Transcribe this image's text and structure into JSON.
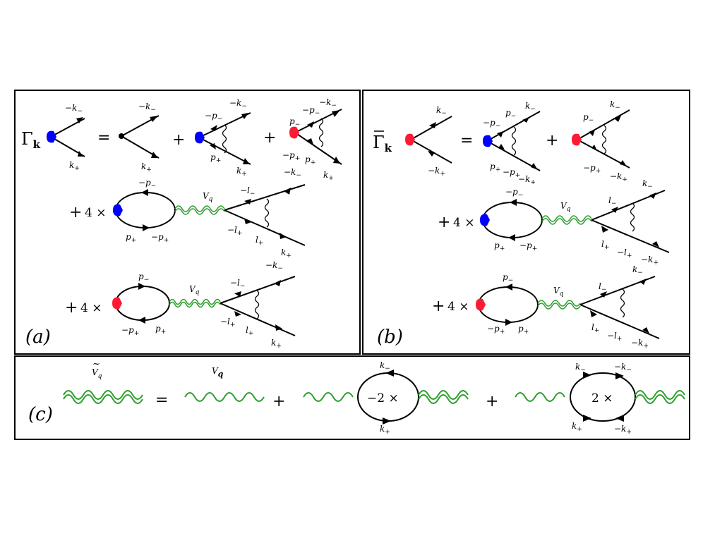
{
  "panels": {
    "a": "(a)",
    "b": "(b)",
    "c": "(c)"
  },
  "colors": {
    "blue_vertex": "#0000ff",
    "red_vertex": "#ff1a33",
    "green_line": "#2e9e2e",
    "line": "#000000"
  },
  "ops": {
    "equals": "=",
    "plus": "+",
    "four_times": "4 ×",
    "minus_two_times": "−2 ×",
    "two_times": "2 ×"
  },
  "a": {
    "gamma": "Γ",
    "gamma_sub": "k",
    "labels": {
      "mk_minus": "−k",
      "k_plus": "k",
      "mp_minus": "−p",
      "p_plus": "p",
      "mp_plus": "−p",
      "p_minus": "p",
      "ml_minus": "−l",
      "ml_plus": "−l",
      "l_plus": "l",
      "vq": "V",
      "vq_sub": "q"
    }
  },
  "b": {
    "gamma": "Γ",
    "gamma_sub": "k",
    "labels": {
      "k_minus": "k",
      "mk_plus": "−k",
      "mp_minus": "−p",
      "p_minus": "p",
      "p_plus": "p",
      "mp_plus": "−p",
      "l_minus": "l",
      "l_plus": "l",
      "ml_plus": "−l",
      "vq": "V",
      "vq_sub": "q"
    }
  },
  "c": {
    "vq_tilde": "V",
    "vq_tilde_sub": "q",
    "vq": "V",
    "vq_sub": "q",
    "k_minus": "k",
    "k_plus": "k",
    "mk_minus": "−k",
    "mk_plus": "−k"
  },
  "subs": {
    "minus": "−",
    "plus": "+"
  }
}
